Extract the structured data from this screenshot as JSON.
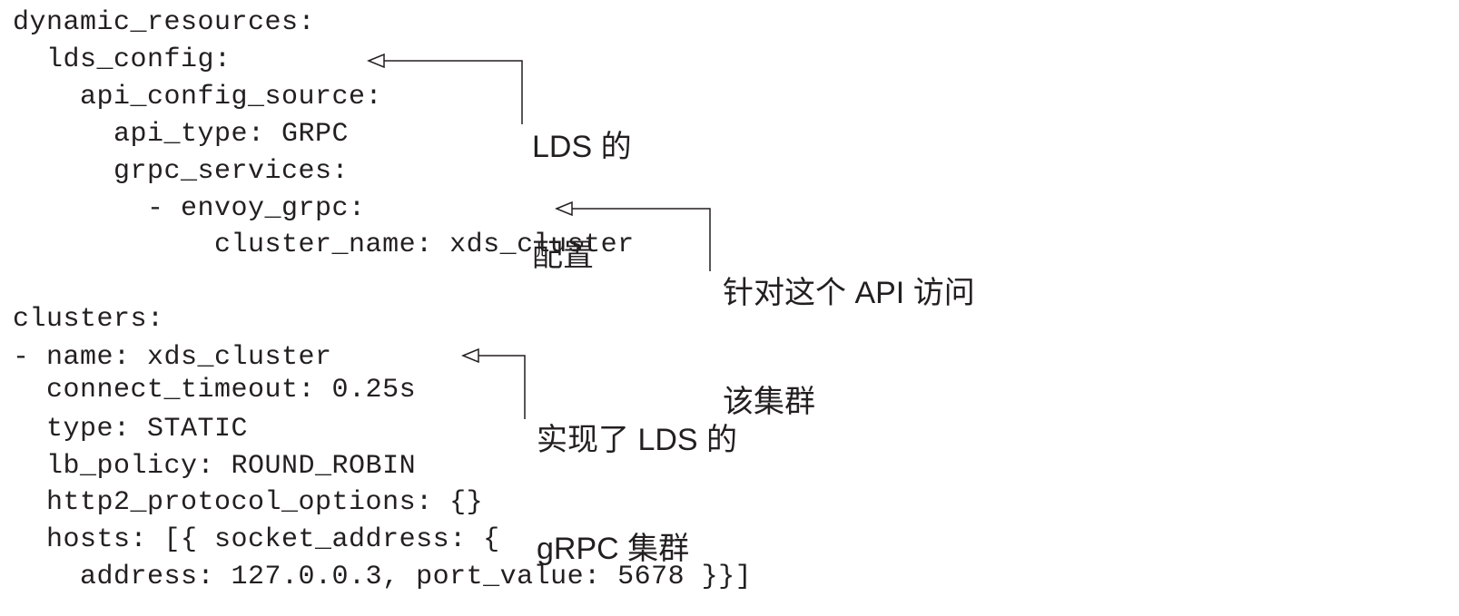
{
  "code": {
    "lines": [
      "dynamic_resources:",
      "  lds_config:",
      "    api_config_source:",
      "      api_type: GRPC",
      "      grpc_services:",
      "        - envoy_grpc:",
      "            cluster_name: xds_cluster",
      "clusters:",
      "- name: xds_cluster",
      "  connect_timeout: 0.25s",
      "  type: STATIC",
      "  lb_policy: ROUND_ROBIN",
      "  http2_protocol_options: {}",
      "  hosts: [{ socket_address: {",
      "    address: 127.0.0.3, port_value: 5678 }}]"
    ]
  },
  "callouts": [
    {
      "lines": [
        "LDS 的",
        "配置"
      ]
    },
    {
      "lines": [
        "针对这个 API 访问",
        "该集群"
      ]
    },
    {
      "lines": [
        "实现了 LDS 的",
        "gRPC 集群"
      ]
    }
  ],
  "colors": {
    "text": "#231f20",
    "line": "#231f20",
    "background": "#ffffff"
  }
}
